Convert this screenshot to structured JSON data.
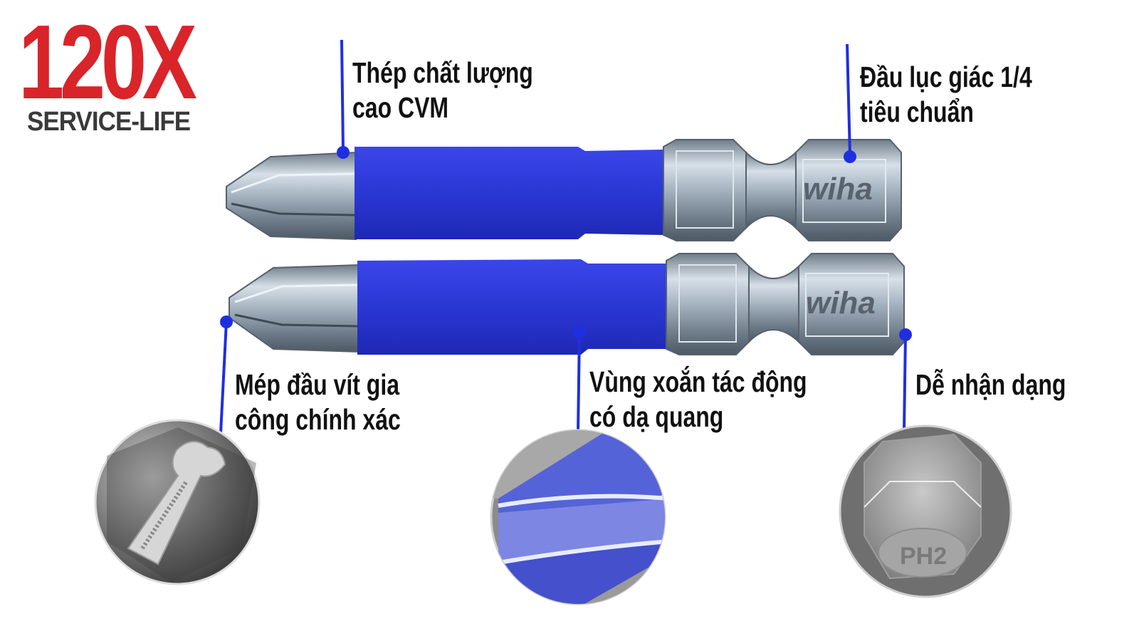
{
  "badge": {
    "multiplier": "120X",
    "subtitle": "SERVICE-LIFE"
  },
  "brand": "wiha",
  "callouts": {
    "steel": [
      "Thép chất lượng",
      "cao CVM"
    ],
    "hex": [
      "Đầu lục giác 1/4",
      "tiêu chuẩn"
    ],
    "tip": [
      "Mép đầu vít gia",
      "công chính xác"
    ],
    "torsion": [
      "Vùng xoắn tác động",
      "có dạ quang"
    ],
    "identify": [
      "Dễ nhận dạng"
    ]
  },
  "detail_marking": "PH2",
  "colors": {
    "badge_red": "#d9242a",
    "torsion_blue": "#2f3ad6",
    "marker_blue": "#1f2fe0",
    "steel": "#a9b6c3"
  },
  "icons": {
    "bit_top": "phillips-bit-icon",
    "bit_bottom": "phillips-bit-icon",
    "tip_detail": "phillips-tip-closeup-icon",
    "torsion_detail": "torsion-zone-closeup-icon",
    "hex_detail": "hex-end-closeup-icon"
  }
}
